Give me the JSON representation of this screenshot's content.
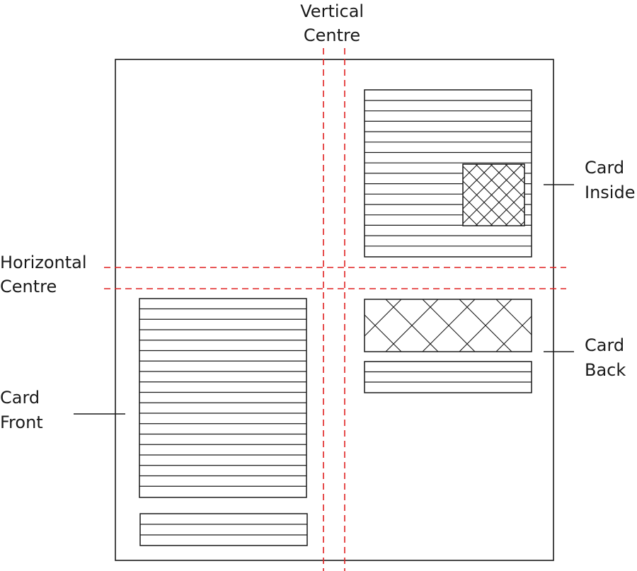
{
  "labels": {
    "vertical_centre": [
      "Vertical",
      "Centre"
    ],
    "horizontal_centre": [
      "Horizontal",
      "Centre"
    ],
    "card_inside": [
      "Card",
      "Inside"
    ],
    "card_back": [
      "Card",
      "Back"
    ],
    "card_front": [
      "Card",
      "Front"
    ]
  },
  "colors": {
    "outline": "#1a1a1a",
    "guide": "#e02020"
  }
}
